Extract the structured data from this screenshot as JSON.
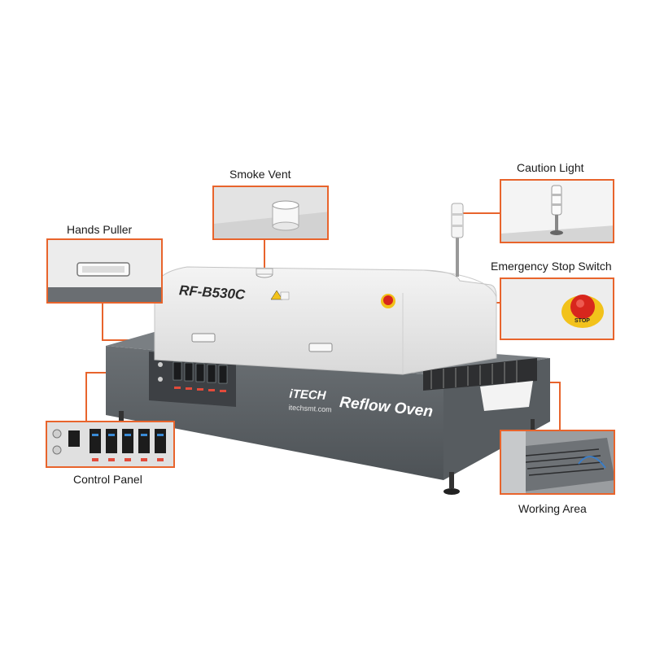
{
  "labels": {
    "smoke_vent": "Smoke Vent",
    "caution_light": "Caution Light",
    "hands_puller": "Hands Puller",
    "emergency_stop": "Emergency Stop Switch",
    "control_panel": "Control Panel",
    "working_area": "Working Area"
  },
  "machine": {
    "model": "RF-B530C",
    "brand": "iTECH",
    "website": "itechsmt.com",
    "product": "Reflow Oven",
    "stop_text": "STOP"
  },
  "colors": {
    "accent": "#e8642c",
    "body_dark": "#5f6468",
    "cover": "#e9e9e9",
    "estop_red": "#d8261d",
    "estop_yellow": "#f2c21b"
  }
}
